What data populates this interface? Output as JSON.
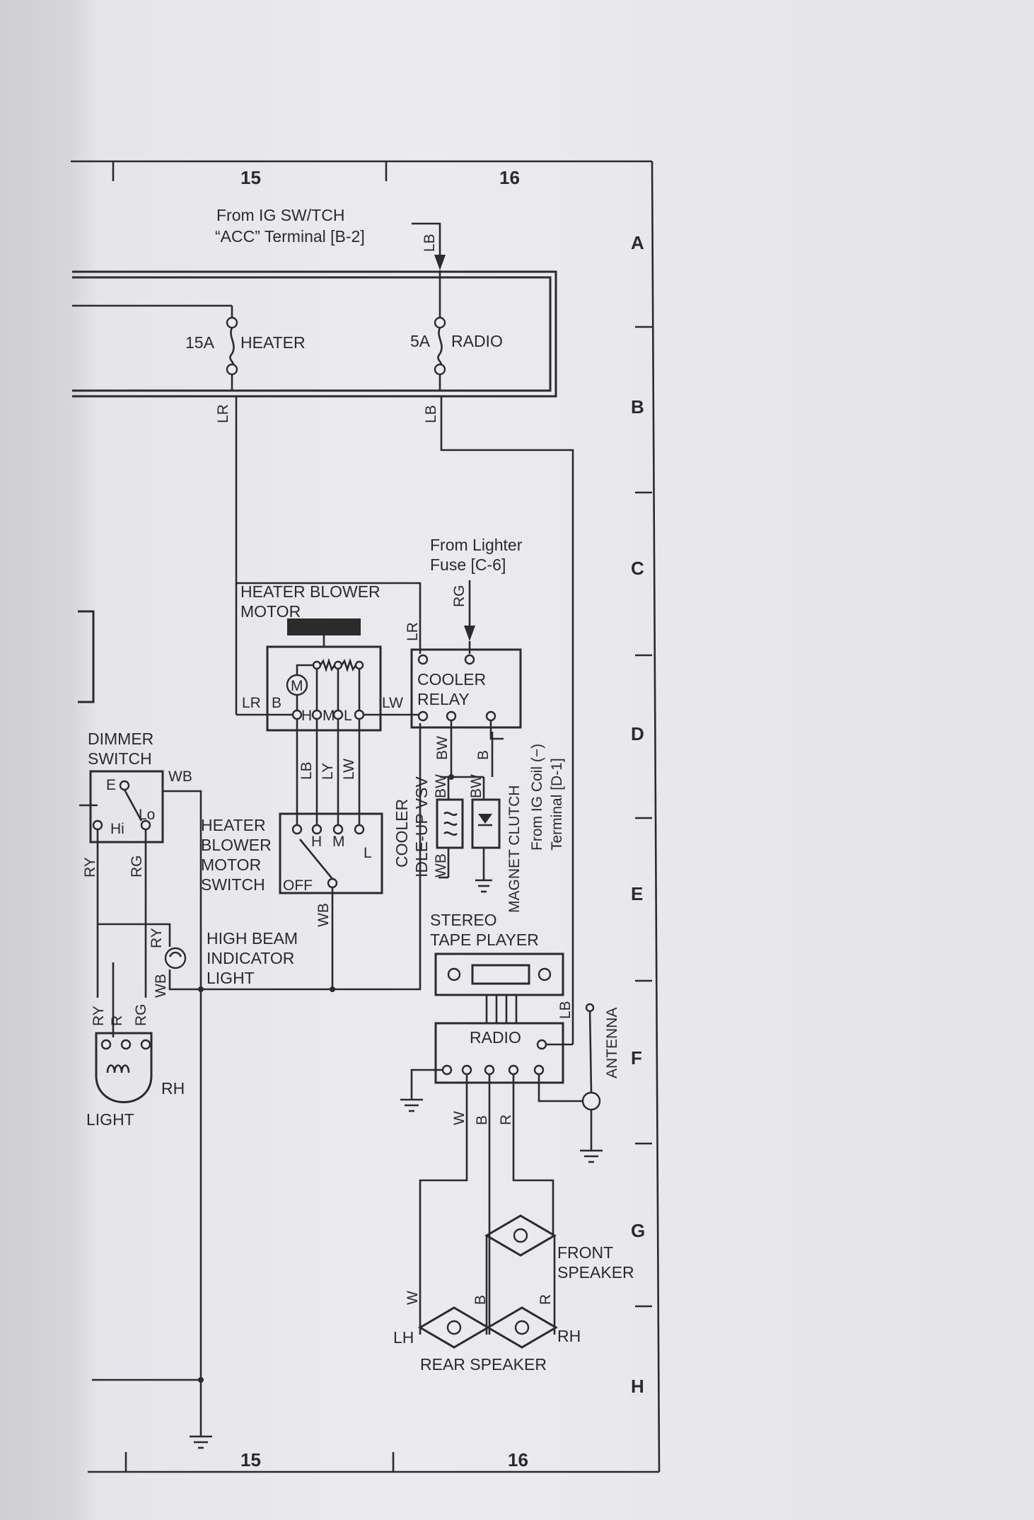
{
  "grid": {
    "columns": [
      "15",
      "16"
    ],
    "rows": [
      "A",
      "B",
      "C",
      "D",
      "E",
      "F",
      "G",
      "H"
    ]
  },
  "sources": {
    "ig_switch": [
      "From IG SW/TCH",
      "“ACC” Terminal [B-2]"
    ],
    "lighter_fuse": [
      "From Lighter",
      "Fuse [C-6]"
    ],
    "ig_coil": [
      "From IG Coil (−)",
      "Terminal [D-1]"
    ]
  },
  "fuses": {
    "heater": {
      "rating": "15A",
      "name": "HEATER"
    },
    "radio": {
      "rating": "5A",
      "name": "RADIO"
    }
  },
  "components": {
    "heater_blower_motor": [
      "HEATER BLOWER",
      "MOTOR"
    ],
    "cooler_relay": [
      "COOLER",
      "RELAY"
    ],
    "dimmer_switch": [
      "DIMMER",
      "SWITCH"
    ],
    "heater_blower_motor_switch": [
      "HEATER",
      "BLOWER",
      "MOTOR",
      "SWITCH"
    ],
    "high_beam_indicator_light": [
      "HIGH BEAM",
      "INDICATOR",
      "LIGHT"
    ],
    "cooler_idle_up_vsv": [
      "COOLER",
      "IDLE-UP VSV"
    ],
    "magnet_clutch": "MAGNET CLUTCH",
    "stereo_tape_player": [
      "STEREO",
      "TAPE PLAYER"
    ],
    "radio": "RADIO",
    "antenna": "ANTENNA",
    "front_speaker": [
      "FRONT",
      "SPEAKER"
    ],
    "rear_speaker": "REAR SPEAKER",
    "headlight_rh": "RH",
    "headlight_label": "LIGHT"
  },
  "terminals": {
    "motor": {
      "b": "B",
      "m": "M"
    },
    "speed": {
      "h": "H",
      "m": "M",
      "l": "L",
      "off": "OFF"
    },
    "dimmer": {
      "e": "E",
      "hi": "Hi",
      "lo": "Lo"
    },
    "speaker_sides": {
      "lh": "LH",
      "rh": "RH"
    }
  },
  "wire_colors": {
    "lb": "LB",
    "lr": "LR",
    "rg": "RG",
    "lw": "LW",
    "ly": "LY",
    "bw": "BW",
    "b": "B",
    "wb": "WB",
    "ry": "RY",
    "r": "R",
    "w": "W"
  }
}
